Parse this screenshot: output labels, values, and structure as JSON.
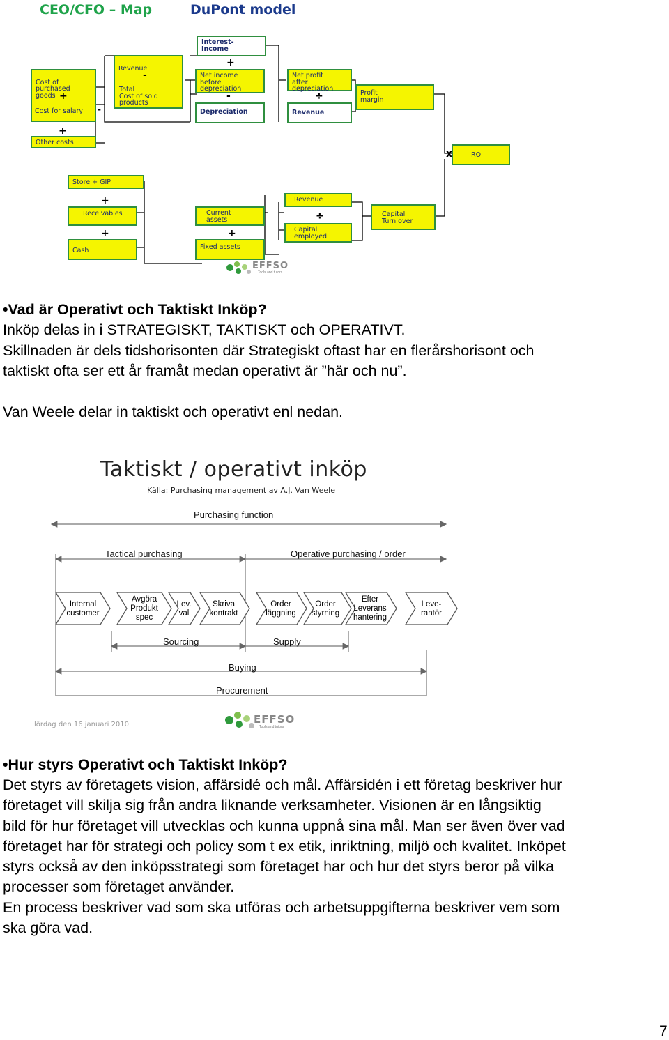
{
  "dupont": {
    "title_left": "CEO/CFO – Map",
    "title_right": "DuPont model",
    "boxes": {
      "interest_income": "Interest-\nIncome",
      "cost_purchased": "Cost of\npurchased\ngoods",
      "cost_salary": "Cost for salary",
      "revenue_top": "Revenue",
      "total_cost": "Total\nCost of sold\nproducts",
      "net_income": "Net income\nbefore\ndepreciation",
      "depreciation": "Depreciation",
      "net_profit": "Net profit\nafter\ndepreciation",
      "revenue_mid": "Revenue",
      "profit_margin": "Profit\nmargin",
      "other_costs": "Other costs",
      "roi": "ROI",
      "store_gip": "Store + GIP",
      "receivables": "Receivables",
      "cash": "Cash",
      "current_assets": "Current\nassets",
      "fixed_assets": "Fixed assets",
      "revenue_low": "Revenue",
      "capital_employed": "Capital\nemployed",
      "capital_turnover": "Capital\nTurn over"
    },
    "ops": {
      "plus": "+",
      "minus": "-",
      "divide": "÷",
      "times": "x"
    }
  },
  "logo": {
    "name": "EFFSO",
    "tagline": "Tools and tutors"
  },
  "section1": {
    "heading": "•Vad är Operativt och Taktiskt Inköp?",
    "line1": "Inköp delas in i STRATEGISKT, TAKTISKT och OPERATIVT.",
    "line2": "Skillnaden är dels tidshorisonten där Strategiskt oftast har en flerårshorisont och",
    "line3": "taktiskt ofta ser ett år framåt medan operativt är ”här och nu”.",
    "line4": "Van Weele delar in taktiskt och operativt enl nedan."
  },
  "slide": {
    "title": "Taktiskt / operativt inköp",
    "source": "Källa: Purchasing management av A.J. Van Weele",
    "purchasing_function": "Purchasing function",
    "tactical": "Tactical purchasing",
    "operative": "Operative purchasing / order",
    "steps": [
      "Internal\ncustomer",
      "Avgöra\nProdukt\nspec",
      "Lev.\nval",
      "Skriva\nkontrakt",
      "Order\nläggning",
      "Order\nstyrning",
      "Efter\nLeverans\nhantering",
      "Leve-\nrantör"
    ],
    "sourcing": "Sourcing",
    "supply": "Supply",
    "buying": "Buying",
    "procurement": "Procurement",
    "date": "lördag den 16 januari 2010"
  },
  "section2": {
    "heading": "•Hur styrs Operativt och Taktiskt Inköp?",
    "lines": [
      "Det styrs av företagets vision, affärsidé och mål. Affärsidén i ett företag beskriver hur",
      "företaget vill skilja sig från andra liknande verksamheter. Visionen är en långsiktig",
      "bild för hur företaget vill utvecklas och kunna uppnå sina mål. Man ser även över vad",
      "företaget har för strategi och policy som t ex etik, inriktning, miljö och kvalitet. Inköpet",
      "styrs också av den inköpsstrategi som företaget har och hur det styrs beror på vilka",
      "processer som företaget använder.",
      "En process beskriver vad som ska utföras och arbetsuppgifterna beskriver vem som",
      "ska göra vad."
    ]
  },
  "page_number": "7",
  "colors": {
    "yellow": "#f5f500",
    "green_border": "#2f8f3f",
    "title_green": "#1fa34a",
    "title_blue": "#1b3a8c"
  }
}
